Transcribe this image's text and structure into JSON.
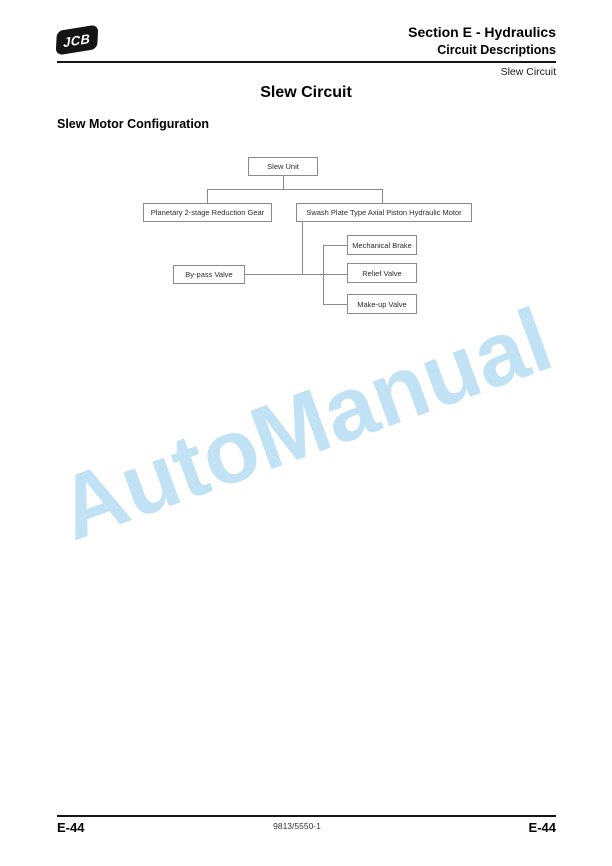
{
  "header": {
    "logo": "JCB",
    "section": "Section E - Hydraulics",
    "subsection": "Circuit Descriptions",
    "breadcrumb": "Slew Circuit"
  },
  "content": {
    "title": "Slew Circuit",
    "heading": "Slew Motor Configuration"
  },
  "diagram": {
    "type": "block-hierarchy",
    "nodes": [
      {
        "id": "slew_unit",
        "label": "Slew Unit"
      },
      {
        "id": "planetary_gear",
        "label": "Planetary 2-stage Reduction Gear"
      },
      {
        "id": "swash_motor",
        "label": "Swash Plate Type Axial Piston Hydraulic Motor"
      },
      {
        "id": "bypass_valve",
        "label": "By-pass Valve"
      },
      {
        "id": "mechanical_brake",
        "label": "Mechanical Brake"
      },
      {
        "id": "relief_valve",
        "label": "Relief Valve"
      },
      {
        "id": "makeup_valve",
        "label": "Make-up Valve"
      }
    ],
    "edges": [
      [
        "slew_unit",
        "planetary_gear"
      ],
      [
        "slew_unit",
        "swash_motor"
      ],
      [
        "swash_motor",
        "bypass_valve"
      ],
      [
        "swash_motor",
        "mechanical_brake"
      ],
      [
        "swash_motor",
        "relief_valve"
      ],
      [
        "swash_motor",
        "makeup_valve"
      ]
    ],
    "line_color": "#8a8a8a"
  },
  "watermark": {
    "text": "AutoManual",
    "color": "#c0e2f4"
  },
  "footer": {
    "page_number_left": "E-44",
    "document_number": "9813/5550-1",
    "page_number_right": "E-44"
  }
}
